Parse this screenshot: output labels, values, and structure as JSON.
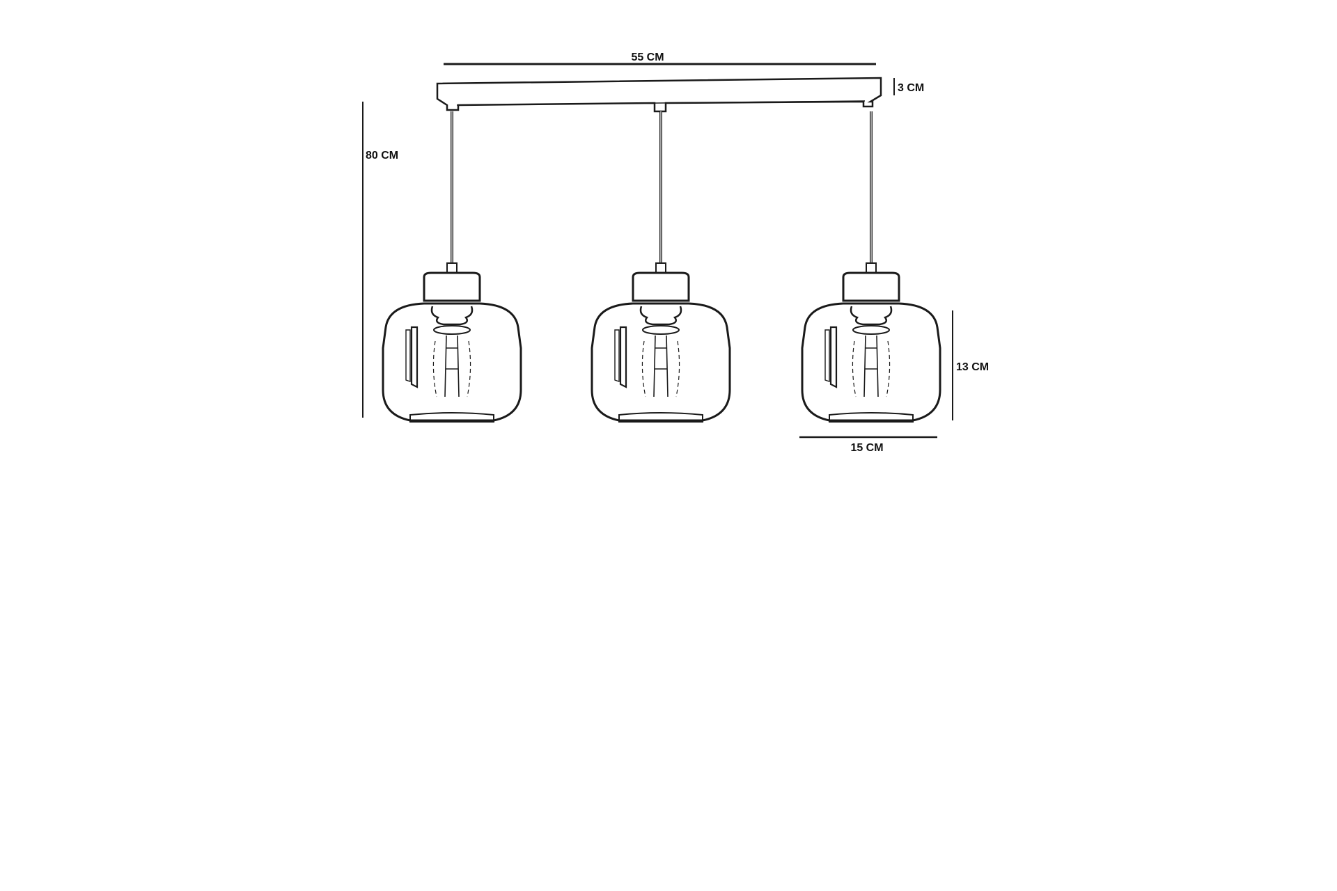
{
  "diagram": {
    "dimensions": {
      "width": "55 CM",
      "canopy_height": "3 CM",
      "drop_height": "80 CM",
      "shade_height": "13 CM",
      "shade_width": "15 CM"
    }
  },
  "colors": {
    "line": "#1a1a1a",
    "background": "#ffffff"
  }
}
